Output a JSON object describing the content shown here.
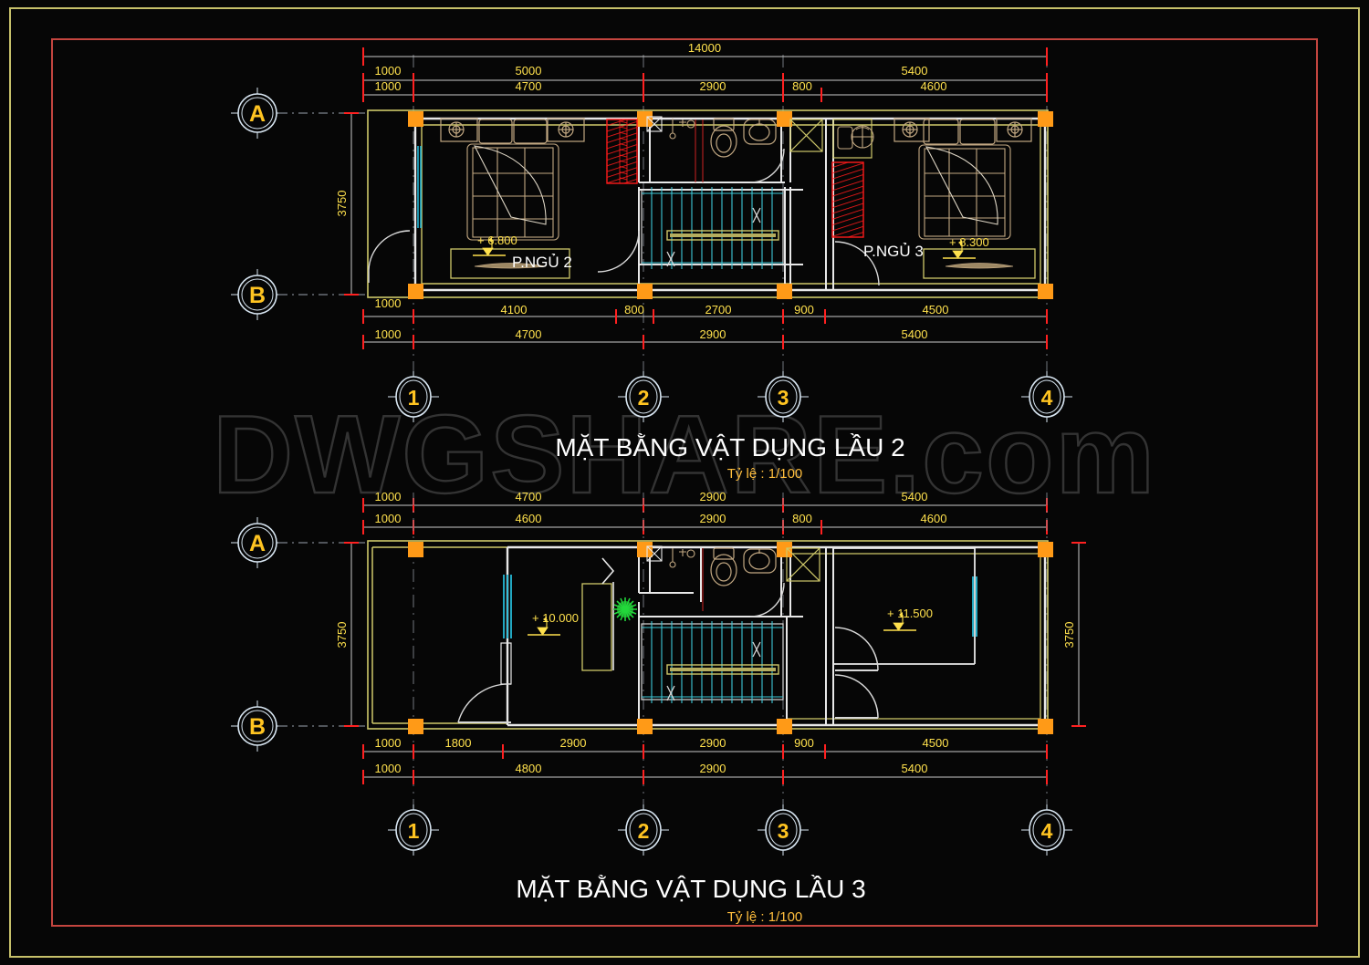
{
  "document": {
    "background_color": "#060606",
    "outer_border_color": "#c6c06a",
    "inner_border_color": "#c4453f",
    "watermark": "DWGSHARE.com",
    "watermark_color": "#3a3a3a"
  },
  "palette": {
    "dim_text": "#ffe14d",
    "dim_line": "#c9c9c9",
    "tick_red": "#ff2020",
    "wall_white": "#e8e8e8",
    "wall_yellow": "#cfc96a",
    "column_orange": "#ff9a17",
    "furniture_tan": "#c2a882",
    "stair_cyan": "#3ec8d8",
    "wardrobe_red": "#ff1a1a",
    "window_cyan": "#25b9d6",
    "grid_circle": "#d8e6f2",
    "grid_label": "#ffc421",
    "level_yellow": "#ffe14d",
    "room_label": "#ffffff",
    "plant_green": "#22d83b",
    "title_white": "#ffffff",
    "scale_yellow": "#ffbe3d"
  },
  "plans": [
    {
      "id": "lau2",
      "title": "MẶT BẰNG VẬT DỤNG LẦU 2",
      "scale": "Tỷ lệ : 1/100",
      "total_width": "14000",
      "vertical_dim": "3750",
      "horizontal_grid_labels": [
        "A",
        "B"
      ],
      "vertical_grid_labels": [
        "1",
        "2",
        "3",
        "4"
      ],
      "dim_chain_top_outer": [
        "1000",
        "5000",
        "5400"
      ],
      "dim_chain_top_inner": [
        "1000",
        "4700",
        "2900",
        "800",
        "4600"
      ],
      "dim_chain_bottom_inner": [
        "1000",
        "4100",
        "800",
        "2700",
        "900",
        "4500"
      ],
      "dim_chain_bottom_outer": [
        "1000",
        "4700",
        "2900",
        "5400"
      ],
      "rooms": [
        {
          "name": "P.NGỦ 2",
          "level": "+ 6.800"
        },
        {
          "name": "P.NGỦ 3",
          "level": "+ 8.300"
        }
      ]
    },
    {
      "id": "lau3",
      "title": "MẶT BẰNG VẬT DỤNG LẦU 3",
      "scale": "Tỷ lệ : 1/100",
      "vertical_dim": "3750",
      "horizontal_grid_labels": [
        "A",
        "B"
      ],
      "vertical_grid_labels": [
        "1",
        "2",
        "3",
        "4"
      ],
      "dim_chain_top_outer": [
        "1000",
        "4700",
        "2900",
        "5400"
      ],
      "dim_chain_top_inner": [
        "1000",
        "4600",
        "2900",
        "800",
        "4600"
      ],
      "dim_chain_bottom_inner": [
        "1000",
        "1800",
        "2900",
        "2900",
        "900",
        "4500"
      ],
      "dim_chain_bottom_outer": [
        "1000",
        "4800",
        "2900",
        "5400"
      ],
      "rooms": [
        {
          "name": "",
          "level": "+ 10.000"
        },
        {
          "name": "",
          "level": "+ 11.500"
        }
      ]
    }
  ]
}
